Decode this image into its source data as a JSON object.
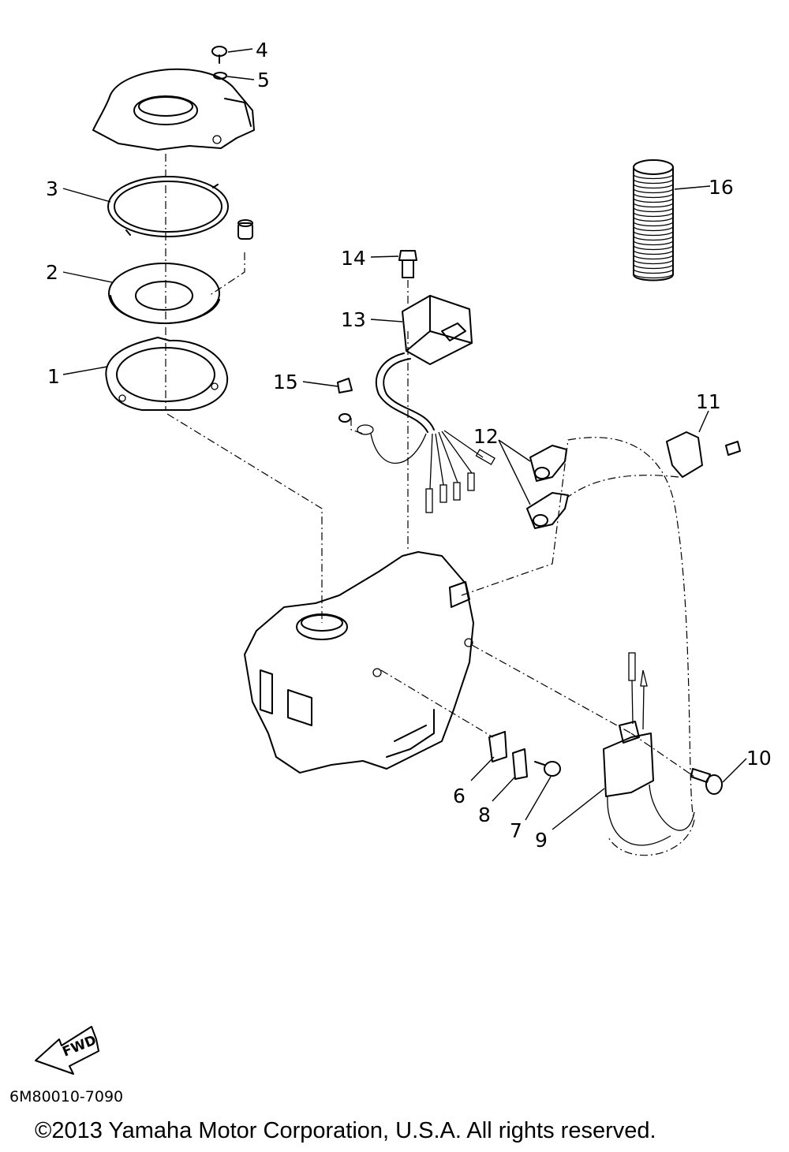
{
  "labels": {
    "p1": "1",
    "p2": "2",
    "p3": "3",
    "p4": "4",
    "p5": "5",
    "p6": "6",
    "p7": "7",
    "p8": "8",
    "p9": "9",
    "p10": "10",
    "p11": "11",
    "p12": "12",
    "p13": "13",
    "p14": "14",
    "p15": "15",
    "p16": "16"
  },
  "fwd_label": "FWD",
  "diagram_code": "6M80010-7090",
  "copyright": "©2013 Yamaha Motor Corporation, U.S.A. All rights reserved."
}
